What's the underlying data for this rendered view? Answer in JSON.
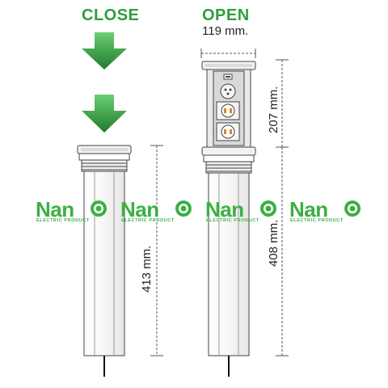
{
  "labels": {
    "close": "CLOSE",
    "open": "OPEN",
    "width": "119 mm.",
    "closed_height": "413 mm.",
    "top_height": "207 mm.",
    "base_height": "408 mm."
  },
  "brand": {
    "name": "Nan",
    "tagline": "ELECTRIC PRODUCT",
    "color": "#3cb043"
  },
  "colors": {
    "accent_green": "#2e9e3e",
    "arrow_dark": "#1f7a2e",
    "arrow_light": "#5cc26a",
    "socket_orange": "#d9862a"
  }
}
